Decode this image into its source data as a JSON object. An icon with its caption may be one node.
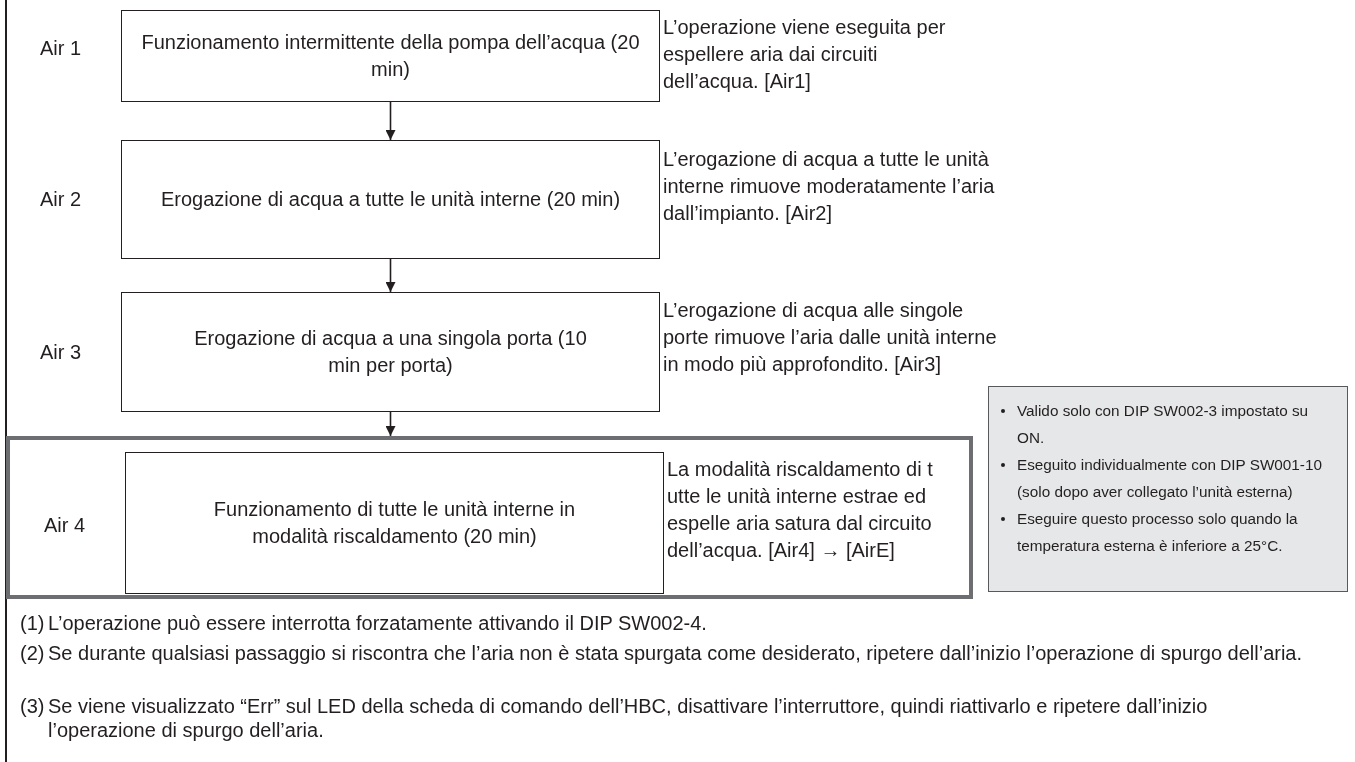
{
  "diagram": {
    "nodes": [
      {
        "text": [
          "Funzionamento intermittente della pompa dell’acqua (20 min)"
        ],
        "beside": [
          "Air 1",
          "L’operazione viene eseguita per espellere aria dai circuiti dell’acqua. [Air1]"
        ]
      },
      {
        "text": [
          "Erogazione di acqua a tutte le unità interne (20 min)"
        ],
        "beside": [
          "Air 2",
          "L’erogazione di acqua a tutte le unità interne rimuove moderatamente l’aria dall’impianto. [Air2]"
        ]
      },
      {
        "text": [
          "Erogazione di acqua a una singola porta (10 min per porta)"
        ],
        "beside": [
          "Air 3",
          "L’erogazione di acqua alle singole porte rimuove l’aria dalle unità interne in modo più approfondito. [Air3]"
        ]
      },
      {
        "text": [],
        "shape": "box"
      },
      {
        "text": [
          "Funzionamento di tutte le unità interne in modalità riscaldamento (20 min)"
        ],
        "in": 3,
        "beside": [
          "Air 4",
          "La modalità riscaldamento di t utte le unità interne estrae ed espelle aria satura dal circuito dell’acqua. [Air4] → [AirE]"
        ]
      },
      {
        "text": [
          "Valido solo con DIP SW002-3 impostato su ON.",
          "Eseguito individualmente con DIP SW001-10 (solo dopo aver collegato l’unità esterna)",
          "Eseguire questo processo solo quando la temperatura esterna è inferiore a 25°C."
        ]
      }
    ],
    "edges": [
      {
        "from": 0,
        "to": 1,
        "arrow": "to"
      },
      {
        "from": 1,
        "to": 2,
        "arrow": "to"
      },
      {
        "from": 2,
        "to": 3,
        "arrow": "to"
      }
    ],
    "labels": [
      "(1)",
      "L’operazione può essere interrotta forzatamente attivando il DIP SW002-4.",
      "(2)",
      "Se durante qualsiasi passaggio si riscontra che l’aria non è stata spurgata come desiderato, ripetere dall’inizio l’operazione di spurgo dell’aria.",
      "(3)",
      "Se viene visualizzato “Err” sul LED della scheda di comando dell’HBC, disattivare l’interruttore, quindi riattivarlo e ripetere dall’inizio l’operazione di spurgo dell’aria."
    ]
  }
}
